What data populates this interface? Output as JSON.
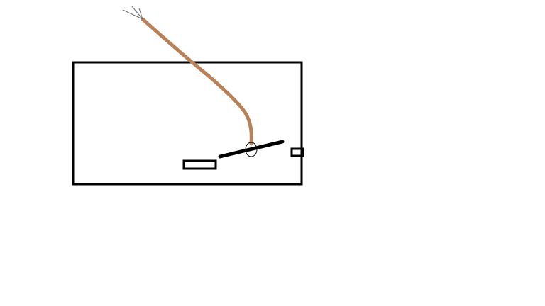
{
  "diagram": {
    "elements": [
      "enclosure-box",
      "brown-cord",
      "frayed-wire-end",
      "lever-bar",
      "pivot-ring",
      "left-slot",
      "right-tab"
    ],
    "colors": {
      "background": "#ffffff",
      "outline": "#000000",
      "cord": "#b98158",
      "wire_strands": "#6e6e6e"
    }
  }
}
